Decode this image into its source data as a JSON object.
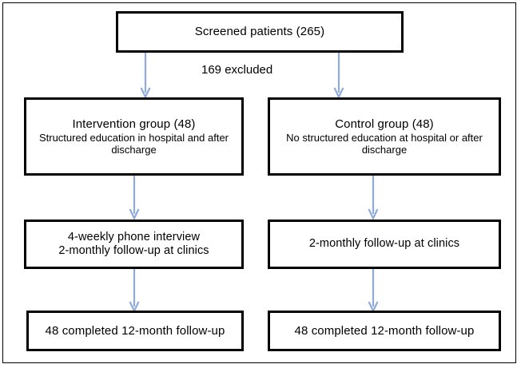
{
  "figure": {
    "type": "study-flow-diagram",
    "accent_arrow_color": "#8FAADC",
    "box_border_color": "#000000",
    "text_color": "#000000",
    "background": "#ffffff"
  },
  "nodes": {
    "screened": {
      "label": "Screened patients (265)"
    },
    "excluded": {
      "label": "169 excluded"
    },
    "intervention": {
      "title": "Intervention group (48)",
      "detail": "Structured education in hospital and after discharge"
    },
    "control": {
      "title": "Control group (48)",
      "detail": "No structured education at hospital or after discharge"
    },
    "intervention_followup": {
      "line1": "4-weekly phone interview",
      "line2": "2-monthly follow-up at clinics"
    },
    "control_followup": {
      "line1": "2-monthly follow-up at clinics"
    },
    "intervention_completed": {
      "label": "48 completed 12-month follow-up"
    },
    "control_completed": {
      "label": "48 completed 12-month follow-up"
    }
  },
  "connectors": [
    {
      "name": "screened-to-intervention",
      "from": "screened",
      "to": "intervention"
    },
    {
      "name": "screened-to-control",
      "from": "screened",
      "to": "control"
    },
    {
      "name": "intervention-to-followup",
      "from": "intervention",
      "to": "intervention_followup"
    },
    {
      "name": "control-to-followup",
      "from": "control",
      "to": "control_followup"
    },
    {
      "name": "intervention-followup-to-completed",
      "from": "intervention_followup",
      "to": "intervention_completed"
    },
    {
      "name": "control-followup-to-completed",
      "from": "control_followup",
      "to": "control_completed"
    }
  ]
}
